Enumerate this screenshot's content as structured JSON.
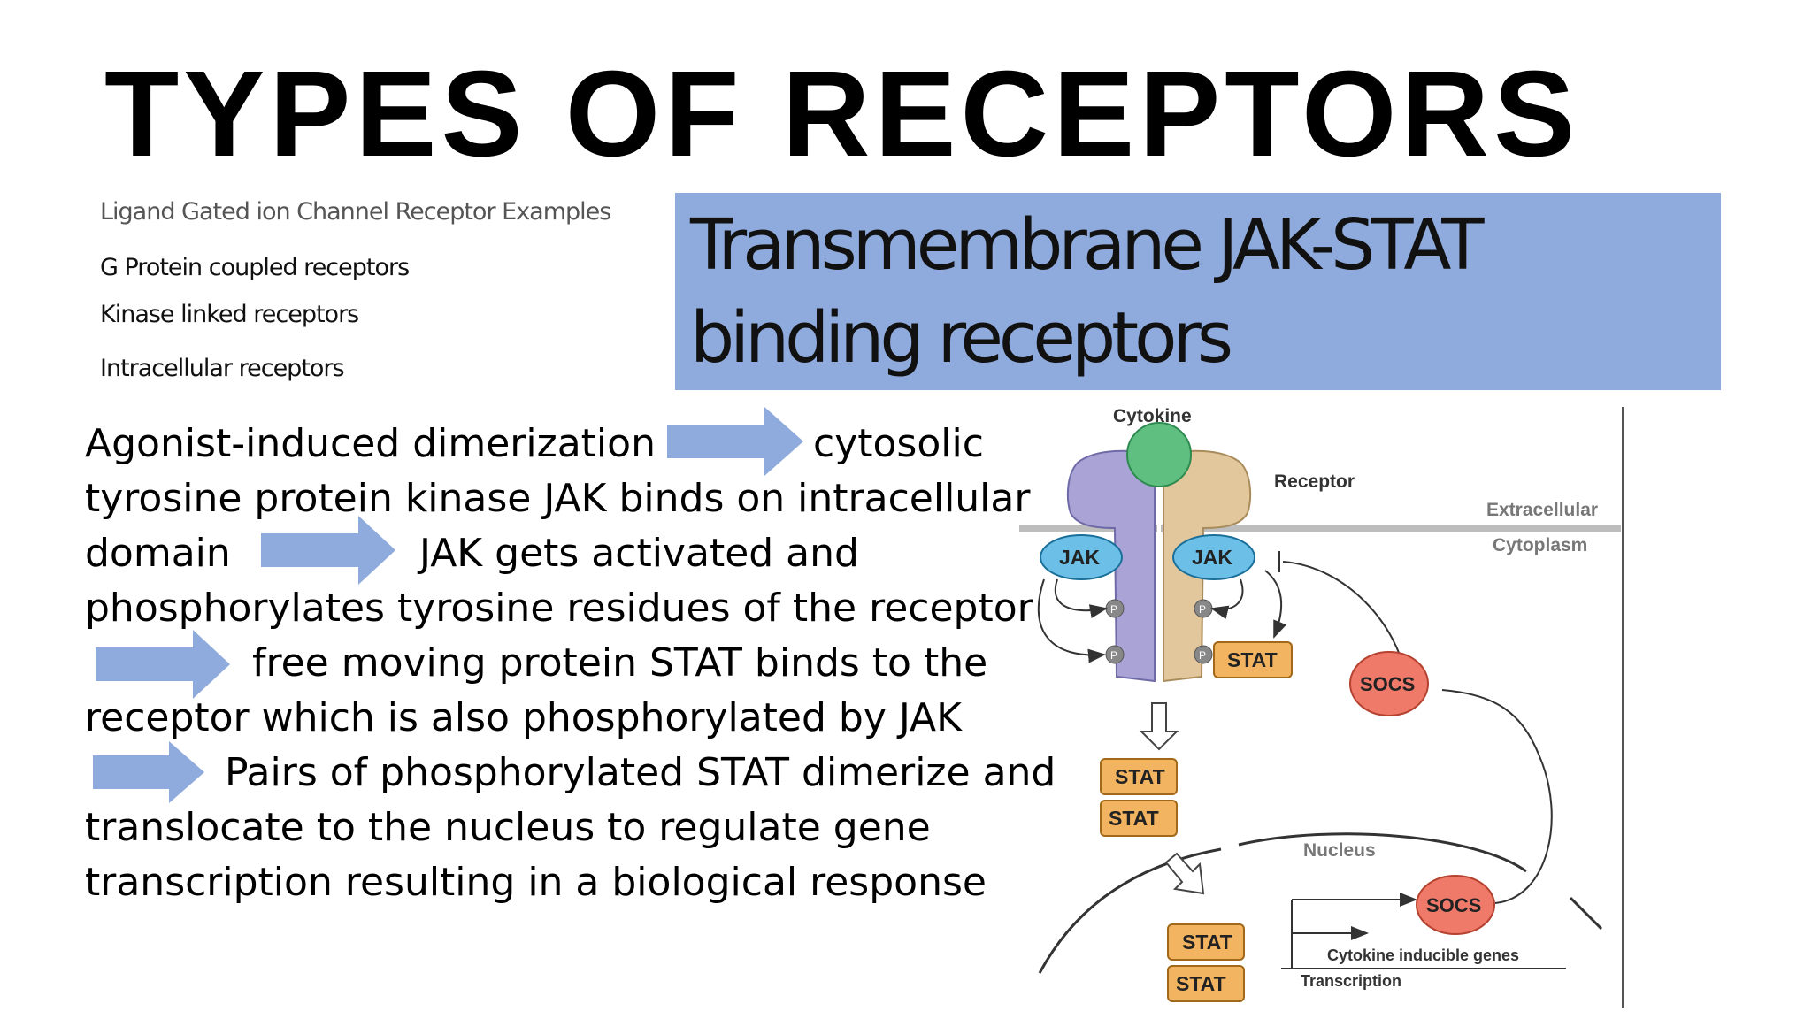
{
  "slide": {
    "title": "TYPES OF RECEPTORS",
    "side_list": [
      "Ligand Gated ion Channel Receptor Examples",
      "G Protein coupled receptors",
      "Kinase linked receptors",
      "Intracellular receptors"
    ],
    "callout": {
      "line1": "Transmembrane JAK-STAT",
      "line2": "binding receptors",
      "color": "#8faadc"
    },
    "body": {
      "l1a": "Agonist-induced dimerization",
      "l1b": "cytosolic",
      "l2": "tyrosine protein kinase JAK binds on intracellular",
      "l3a": "domain",
      "l3b": "JAK gets activated and",
      "l4": "phosphorylates tyrosine residues of the receptor",
      "l5": "free moving protein STAT binds to the",
      "l6": "receptor which is also phosphorylated by JAK",
      "l7": "Pairs of phosphorylated STAT dimerize and",
      "l8": "translocate to the nucleus to regulate gene",
      "l9": "transcription resulting in a biological response"
    },
    "arrow_color": "#8faadc"
  },
  "diagram": {
    "labels": {
      "cytokine": "Cytokine",
      "receptor": "Receptor",
      "extracellular": "Extracellular",
      "cytoplasm": "Cytoplasm",
      "jak": "JAK",
      "p": "P",
      "stat": "STAT",
      "socs": "SOCS",
      "nucleus": "Nucleus",
      "genes": "Cytokine inducible genes",
      "transcription": "Transcription"
    },
    "colors": {
      "cytokine": "#5fbf80",
      "receptor_left": "#a9a3d6",
      "receptor_right": "#e3c79c",
      "jak": "#6cc0e8",
      "stat": "#f2b460",
      "socs": "#f07a6a",
      "membrane": "#bdbdbd"
    }
  }
}
